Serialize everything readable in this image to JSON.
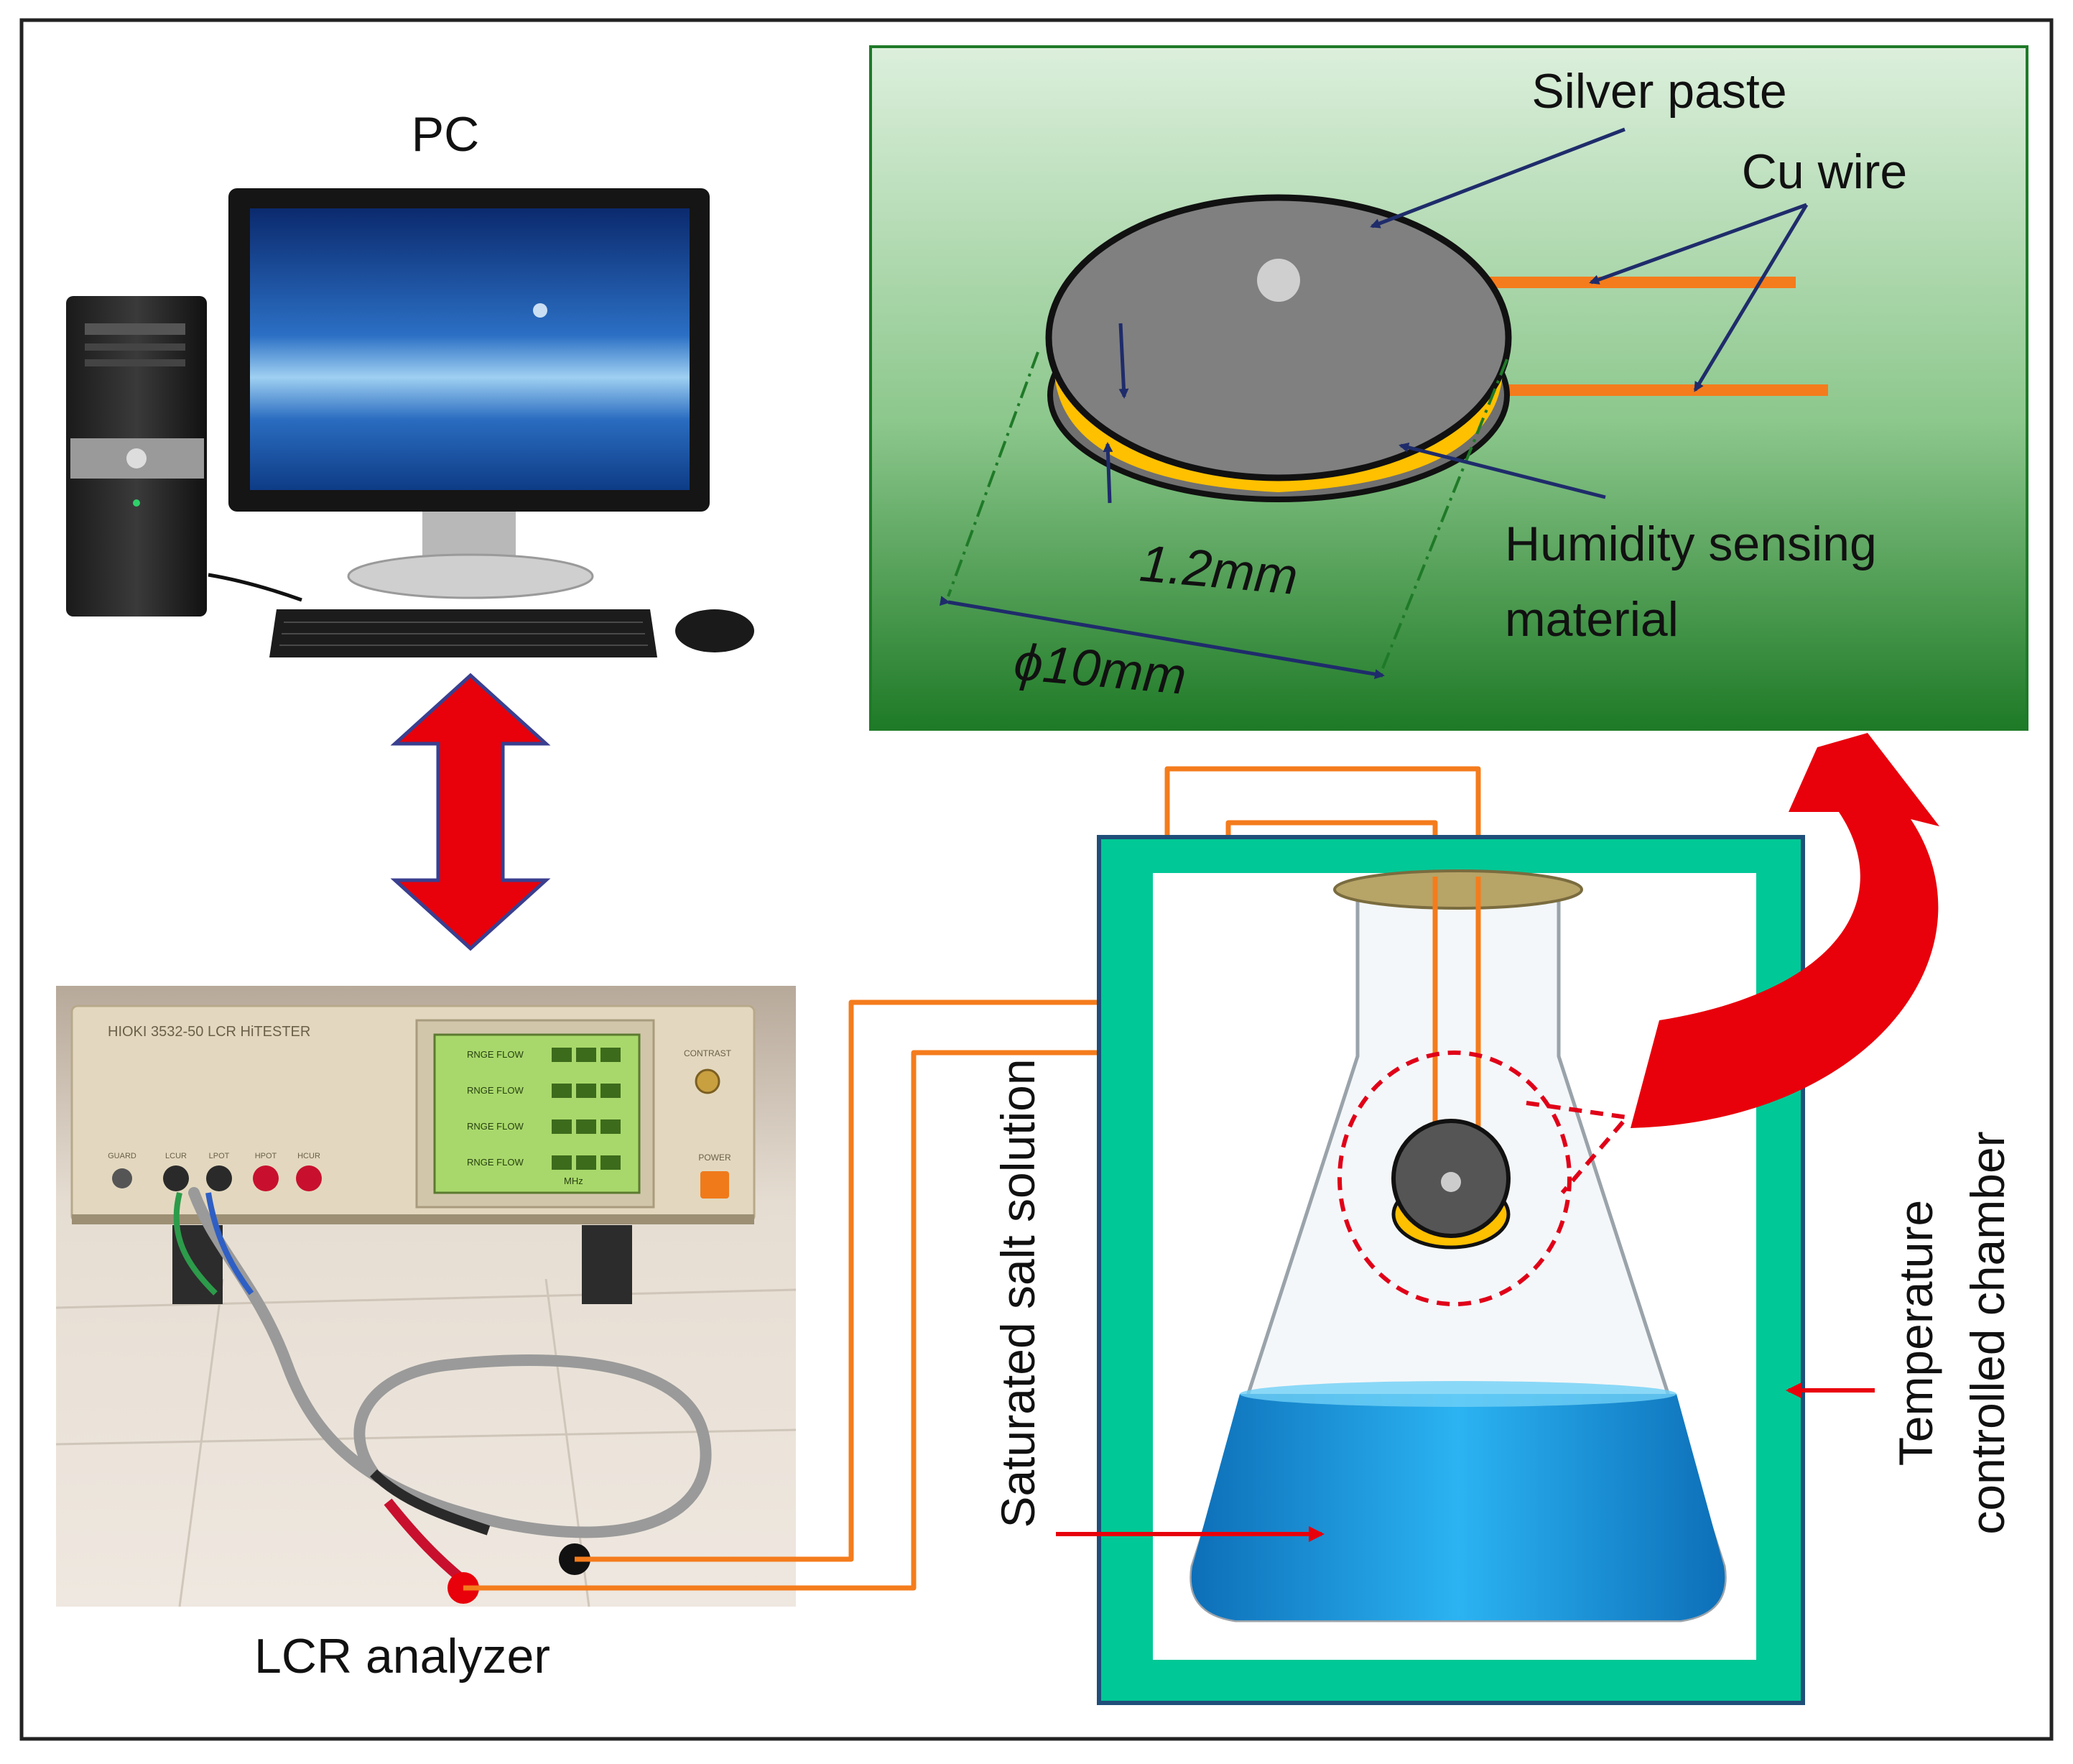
{
  "labels": {
    "pc": "PC",
    "lcr": "LCR analyzer",
    "silver_paste": "Silver paste",
    "cu_wire": "Cu wire",
    "thickness": "1.2mm",
    "diameter": "ϕ10mm",
    "humidity_line1": "Humidity sensing",
    "humidity_line2": "material",
    "salt_solution": "Saturated salt solution",
    "chamber_line1": "Temperature",
    "chamber_line2": "controlled chamber"
  },
  "lcr_device": {
    "brand": "HIOKI 3532-50 LCR HiTESTER",
    "screen_rows": [
      "RNGE FLOW",
      "RNGE FLOW",
      "RNGE FLOW",
      "RNGE FLOW"
    ],
    "screen_freq": "MHz",
    "knob_contrast": "CONTRAST",
    "knob_power": "POWER",
    "terminals": [
      "GUARD",
      "LCUR",
      "LPOT",
      "HPOT",
      "HCUR"
    ]
  },
  "colors": {
    "wire": "#f47c1c",
    "arrow_red": "#e8000b",
    "chamber_fill": "#00c896",
    "chamber_border": "#1f4e79",
    "solution": "#1aa0e6",
    "inset_top": "#d4ecd4",
    "inset_bottom": "#1f7a28",
    "disc_gray": "#808080",
    "sensing_material": "#ffc000",
    "label_arrow": "#1f2c6b"
  }
}
